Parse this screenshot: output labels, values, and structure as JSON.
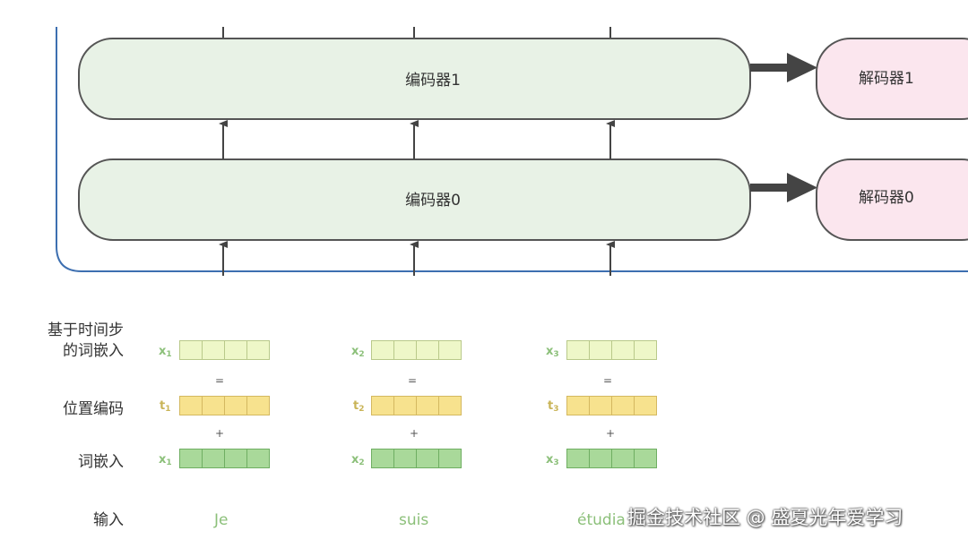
{
  "encoders": [
    {
      "label": "编码器1"
    },
    {
      "label": "编码器0"
    }
  ],
  "decoders": [
    {
      "label": "解码器1"
    },
    {
      "label": "解码器0"
    }
  ],
  "row_labels": {
    "time_embedding_line1": "基于时间步",
    "time_embedding_line2": "的词嵌入",
    "positional_encoding": "位置编码",
    "word_embedding": "词嵌入",
    "input": "输入"
  },
  "columns": [
    {
      "x_sym": "x",
      "x_sub": "1",
      "t_sym": "t",
      "t_sub": "1",
      "word": "Je"
    },
    {
      "x_sym": "x",
      "x_sub": "2",
      "t_sym": "t",
      "t_sub": "2",
      "word": "suis"
    },
    {
      "x_sym": "x",
      "x_sub": "3",
      "t_sym": "t",
      "t_sub": "3",
      "word": "étudia"
    }
  ],
  "operators": {
    "equals": "=",
    "plus": "+"
  },
  "watermark": "掘金技术社区 @ 盛夏光年爱学习",
  "colors": {
    "encoder_fill": "#e8f2e6",
    "decoder_fill": "#fbe6ee",
    "box_stroke": "#555555",
    "frame_blue": "#3d6fb0",
    "time_embed_fill": "#eef7c8",
    "time_embed_stroke": "#b9c98a",
    "pos_fill": "#f7e28e",
    "pos_stroke": "#d4b860",
    "word_fill": "#a9d99a",
    "word_stroke": "#6fae62",
    "symbol_green": "#8cc07a",
    "symbol_yellow": "#c9b457"
  }
}
